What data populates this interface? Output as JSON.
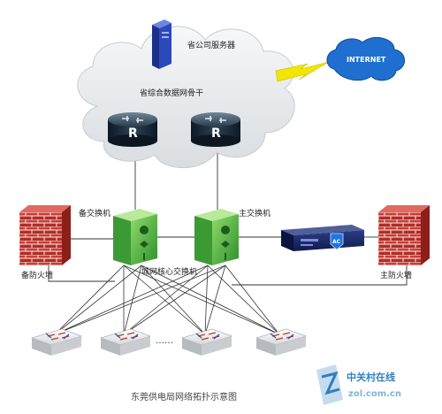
{
  "nodes": {
    "server": {
      "label": "省公司服务器"
    },
    "internet": {
      "label": "INTERNET"
    },
    "backbone": {
      "label": "省综合数据网骨干"
    },
    "router_left": {
      "label": "R"
    },
    "router_right": {
      "label": "R"
    },
    "switch_backup": {
      "label": "备交换机"
    },
    "switch_main": {
      "label": "主交换机"
    },
    "core_switch": {
      "label": "城网核心交换机"
    },
    "firewall_backup": {
      "label": "备防火墙"
    },
    "firewall_main": {
      "label": "主防火墙"
    },
    "ac_controller": {
      "label": "AC"
    },
    "access_ellipsis": {
      "label": "……"
    }
  },
  "caption": "东莞供电局网络拓扑示意图",
  "watermark": {
    "text_cn": "中关村在线",
    "text_en": "zol.com.cn"
  },
  "colors": {
    "cloud": "#e9ecef",
    "router": "#1b2a39",
    "switch_green": "#4caf4f",
    "firewall_red": "#c8322c",
    "internet_blue": "#1f6fd0",
    "server_blue": "#2b49b8",
    "lightning": "#f2e600",
    "link": "#333333"
  }
}
